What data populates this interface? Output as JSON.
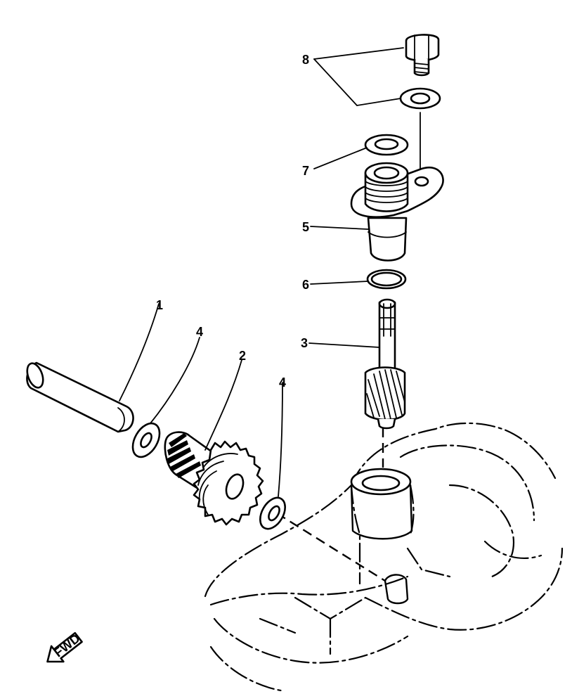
{
  "callouts": [
    {
      "id": "c1",
      "number": "1"
    },
    {
      "id": "c2",
      "number": "2"
    },
    {
      "id": "c3",
      "number": "3"
    },
    {
      "id": "c4a",
      "number": "4"
    },
    {
      "id": "c4b",
      "number": "4"
    },
    {
      "id": "c5",
      "number": "5"
    },
    {
      "id": "c6",
      "number": "6"
    },
    {
      "id": "c7",
      "number": "7"
    },
    {
      "id": "c8",
      "number": "8"
    }
  ],
  "direction_arrow": {
    "label": "FWD",
    "icon": "forward-arrow-icon"
  }
}
